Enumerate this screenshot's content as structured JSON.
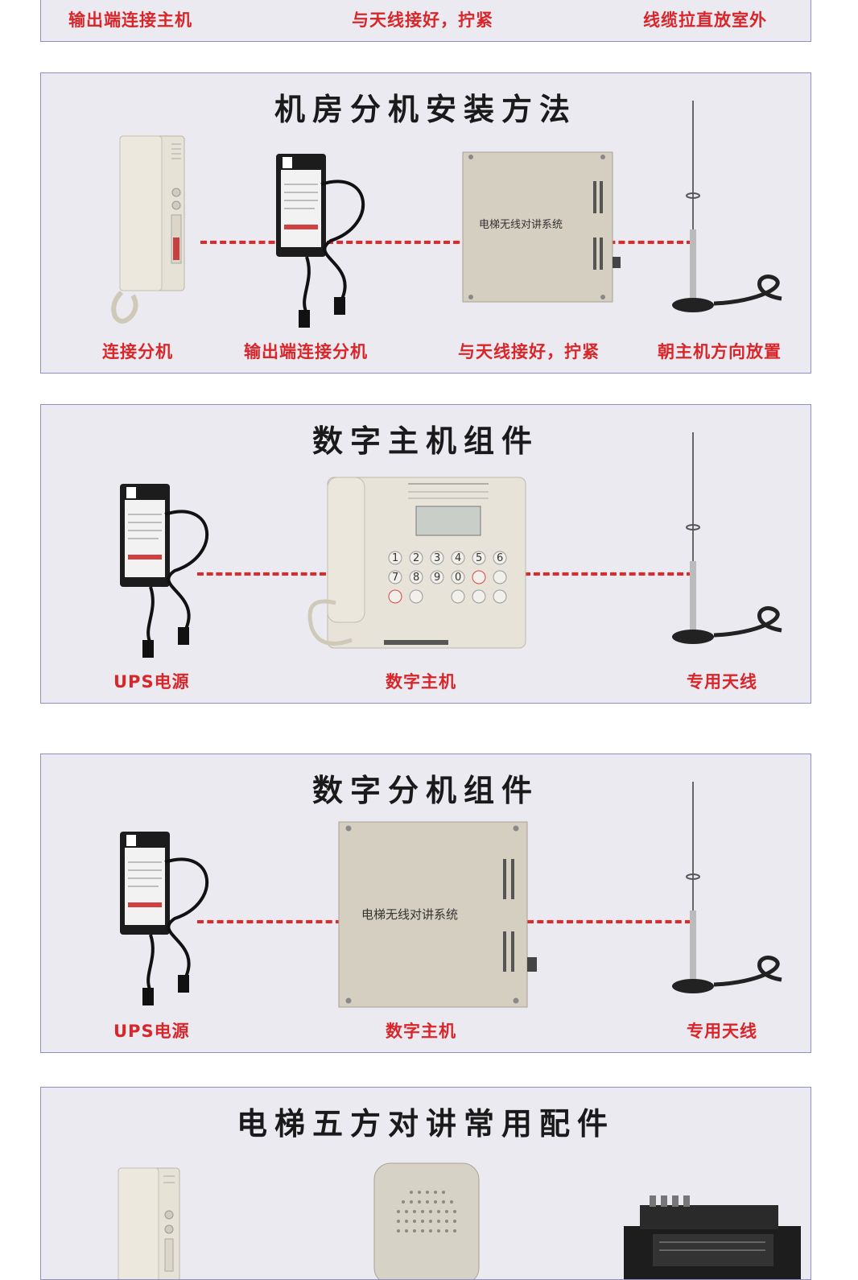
{
  "section0": {
    "captions": [
      "输出端连接主机",
      "与天线接好，拧紧",
      "线缆拉直放室外"
    ]
  },
  "section1": {
    "title": "机房分机安装方法",
    "captions": [
      "连接分机",
      "输出端连接分机",
      "与天线接好，拧紧",
      "朝主机方向放置"
    ],
    "box_label": "电梯无线对讲系统"
  },
  "section2": {
    "title": "数字主机组件",
    "captions": [
      "UPS电源",
      "数字主机",
      "专用天线"
    ],
    "keypad": [
      "1",
      "2",
      "3",
      "4",
      "5",
      "6",
      "7",
      "8",
      "9",
      "0"
    ]
  },
  "section3": {
    "title": "数字分机组件",
    "captions": [
      "UPS电源",
      "数字主机",
      "专用天线"
    ],
    "box_label": "电梯无线对讲系统"
  },
  "section4": {
    "title": "电梯五方对讲常用配件"
  },
  "colors": {
    "caption": "#d8262a",
    "dash": "#e02a2a",
    "panel_bg": "#eceaf1",
    "panel_border": "#8e90c4"
  }
}
